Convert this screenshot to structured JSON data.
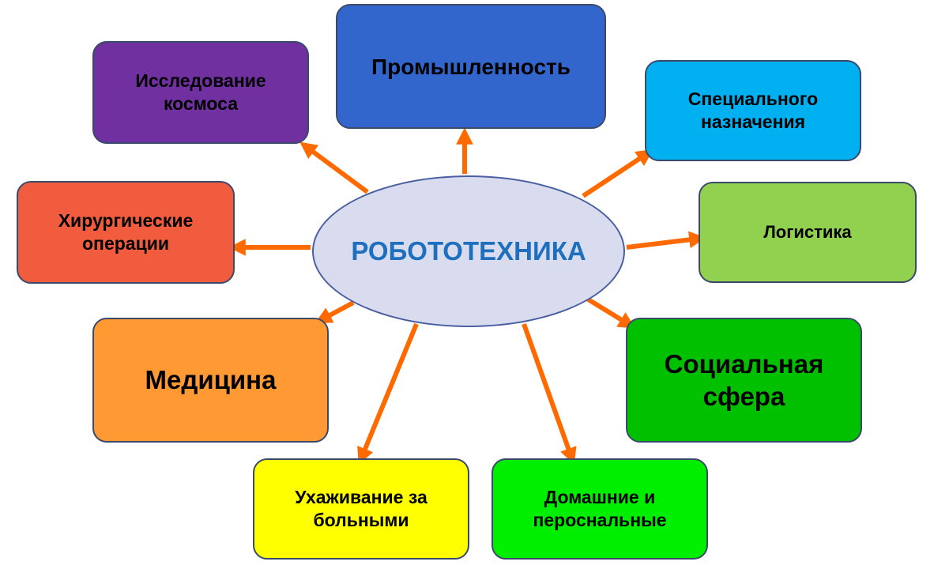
{
  "center": {
    "label": "РОБОТОТЕХНИКА",
    "fill": "#d9dcee",
    "text_color": "#1f6fbf"
  },
  "arrow_color": "#ff6a00",
  "nodes": [
    {
      "id": "industry",
      "label": "Промышленность",
      "fill": "#3366cc"
    },
    {
      "id": "space",
      "label": "Исследование\nкосмоса",
      "fill": "#7030a0"
    },
    {
      "id": "special",
      "label": "Специального\nназначения",
      "fill": "#00b0f0"
    },
    {
      "id": "surgery",
      "label": "Хирургические\nоперации",
      "fill": "#f25c3e"
    },
    {
      "id": "logistics",
      "label": "Логистика",
      "fill": "#92d050"
    },
    {
      "id": "medicine",
      "label": "Медицина",
      "fill": "#ff9933"
    },
    {
      "id": "social",
      "label": "Социальная\nсфера",
      "fill": "#00c000"
    },
    {
      "id": "care",
      "label": "Ухаживание за\nбольными",
      "fill": "#ffff00"
    },
    {
      "id": "home",
      "label": "Домашние и\nпероснальные",
      "fill": "#00ee00"
    }
  ]
}
